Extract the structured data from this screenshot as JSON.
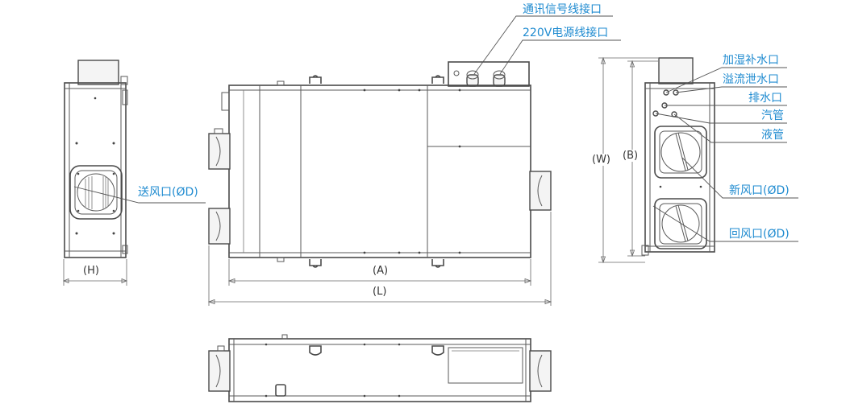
{
  "labels": {
    "comm_port": "通讯信号线接口",
    "power_port": "220V电源线接口",
    "humidify_inlet": "加湿补水口",
    "overflow_drain": "溢流泄水口",
    "drain_outlet": "排水口",
    "steam_pipe": "汽管",
    "liquid_pipe": "液管",
    "supply_air": "送风口(ØD)",
    "fresh_air": "新风口(ØD)",
    "return_air": "回风口(ØD)"
  },
  "dimensions": {
    "H": "(H)",
    "A": "(A)",
    "L": "(L)",
    "W": "(W)",
    "B": "(B)"
  },
  "colors": {
    "label": "#1f8bd0",
    "line": "#4a4a4a"
  }
}
